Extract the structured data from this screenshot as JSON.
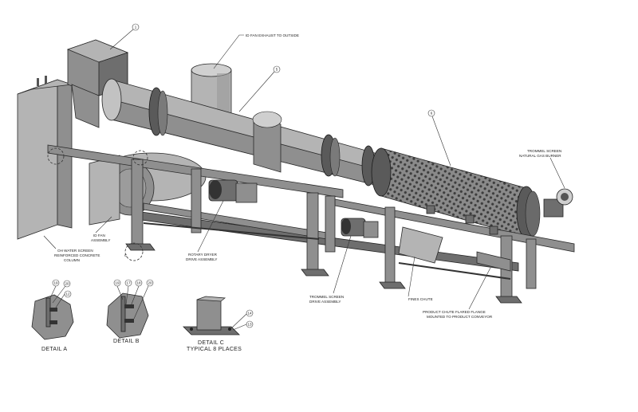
{
  "callouts": {
    "item1": "1",
    "item5": "5",
    "item6": "6",
    "exhaust": "ID FAN EXHAUST TO OUTSIDE",
    "trommel_burner_l1": "TROMMEL SCREEN",
    "trommel_burner_l2": "NATURAL GAS BURNER",
    "oh_water_l1": "OH WATER SCREEN",
    "oh_water_l2": "REINFORCED CONCRETE",
    "oh_water_l3": "COLUMN",
    "id_fan_l1": "ID FAN",
    "id_fan_l2": "ASSEMBLY",
    "rotary_drive_l1": "ROTARY DRYER",
    "rotary_drive_l2": "DRIVE ASSEMBLY",
    "trommel_drive_l1": "TROMMEL SCREEN",
    "trommel_drive_l2": "DRIVE ASSEMBLY",
    "fines_chute": "FINES CHUTE",
    "product_chute_l1": "PRODUCT CHUTE FLARED FLANGE",
    "product_chute_l2": "MOUNTED TO PRODUCT CONVEYOR",
    "view_c": "C"
  },
  "details": {
    "a": {
      "title": "DETAIL  A",
      "bubbles": [
        "19",
        "20",
        "12"
      ]
    },
    "b": {
      "title": "DETAIL  B",
      "bubbles": [
        "19",
        "17",
        "18",
        "20"
      ]
    },
    "c": {
      "title": "DETAIL  C",
      "subtitle": "TYPICAL 8 PLACES",
      "bubbles": [
        "14",
        "13"
      ]
    }
  }
}
